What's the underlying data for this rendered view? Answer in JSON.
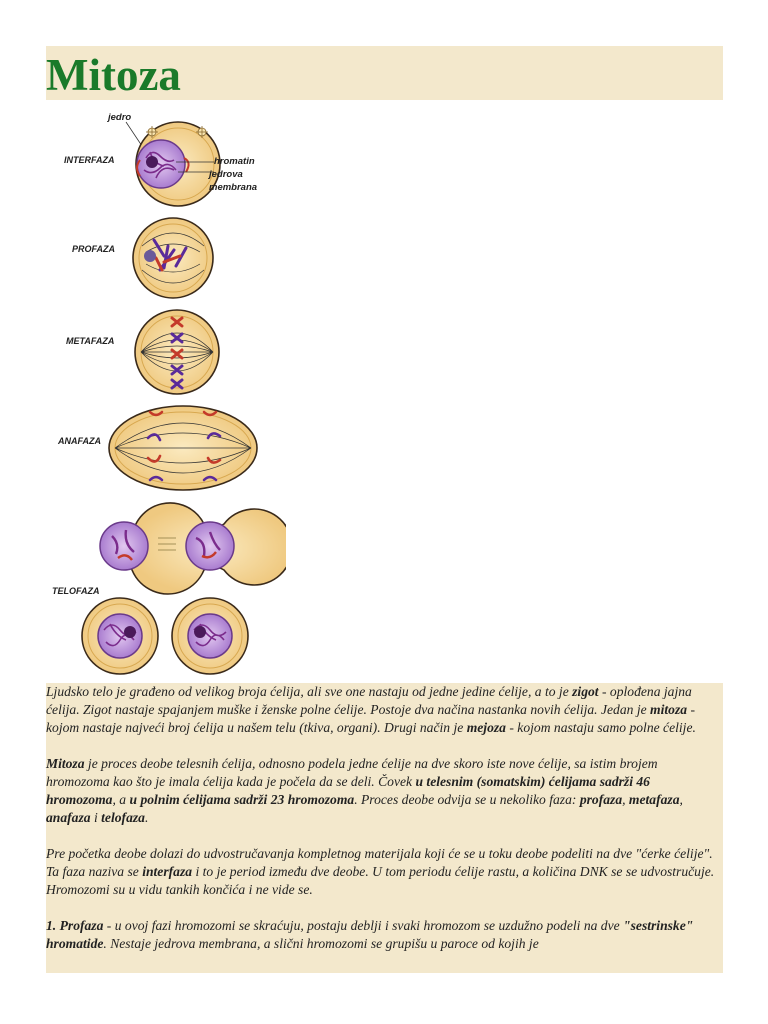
{
  "document": {
    "title": "Mitoza"
  },
  "figure": {
    "annotations": {
      "nucleus": "jedro",
      "chromatin": "hromatin",
      "membrane_line1": "jedrova",
      "membrane_line2": "membrana"
    },
    "phases": [
      "INTERFAZA",
      "PROFAZA",
      "METAFAZA",
      "ANAFAZA",
      "TELOFAZA"
    ],
    "colors": {
      "cell_fill": "#f6dca0",
      "cell_stroke": "#3a2a1a",
      "nucleus_fill": "#c9a4e0",
      "chromatin": "#7b2c8c",
      "chromosome_red": "#c43a2a",
      "chromosome_blue": "#5a2a9a"
    }
  },
  "paragraphs": {
    "p1": {
      "s1": "Ljudsko telo je građeno od velikog broja ćelija, ali sve one nastaju od jedne jedine ćelije, a to je ",
      "b1": "zigot",
      "s2": " - oplođena jajna ćelija. Zigot nastaje spajanjem muške i ženske polne ćelije. Postoje dva načina nastanka novih ćelija. Jedan je ",
      "b2": "mitoza",
      "s3": " - kojom nastaje najveći broj ćelija u našem telu (tkiva, organi). Drugi način je ",
      "b3": "mejoza",
      "s4": " - kojom nastaju samo polne ćelije."
    },
    "p2": {
      "b1": "Mitoza",
      "s1": " je proces deobe telesnih ćelija, odnosno podela jedne ćelije na dve skoro iste nove ćelije, sa istim brojem hromozoma kao što je imala ćelija kada je počela da se deli. Čovek ",
      "b2": "u telesnim (somatskim) ćelijama sadrži 46 hromozoma",
      "s2": ", a ",
      "b3": "u polnim ćelijama sadrži 23 hromozoma",
      "s3": ". Proces deobe odvija se u nekoliko faza: ",
      "b4": "profaza",
      "s4": ", ",
      "b5": "metafaza",
      "s5": ", ",
      "b6": "anafaza",
      "s6": " i ",
      "b7": "telofaza",
      "s7": "."
    },
    "p3": {
      "s1": "Pre početka deobe dolazi do udvostručavanja kompletnog materijala koji će se u toku deobe podeliti na dve \"ćerke ćelije\". Ta faza naziva se ",
      "b1": "interfaza",
      "s2": " i to je period između dve deobe. U tom periodu ćelije rastu, a količina DNK se se udvostručuje. Hromozomi su u vidu tankih končića i ne vide se."
    },
    "p4": {
      "b1": "1. Profaza",
      "s1": " - u ovoj fazi hromozomi se skraćuju, postaju deblji i svaki hromozom se uzdužno podeli na dve ",
      "b2": "\"sestrinske\" hromatide",
      "s2": ". Nestaje jedrova membrana, a slični hromozomi se grupišu u paroce od kojih je"
    }
  }
}
